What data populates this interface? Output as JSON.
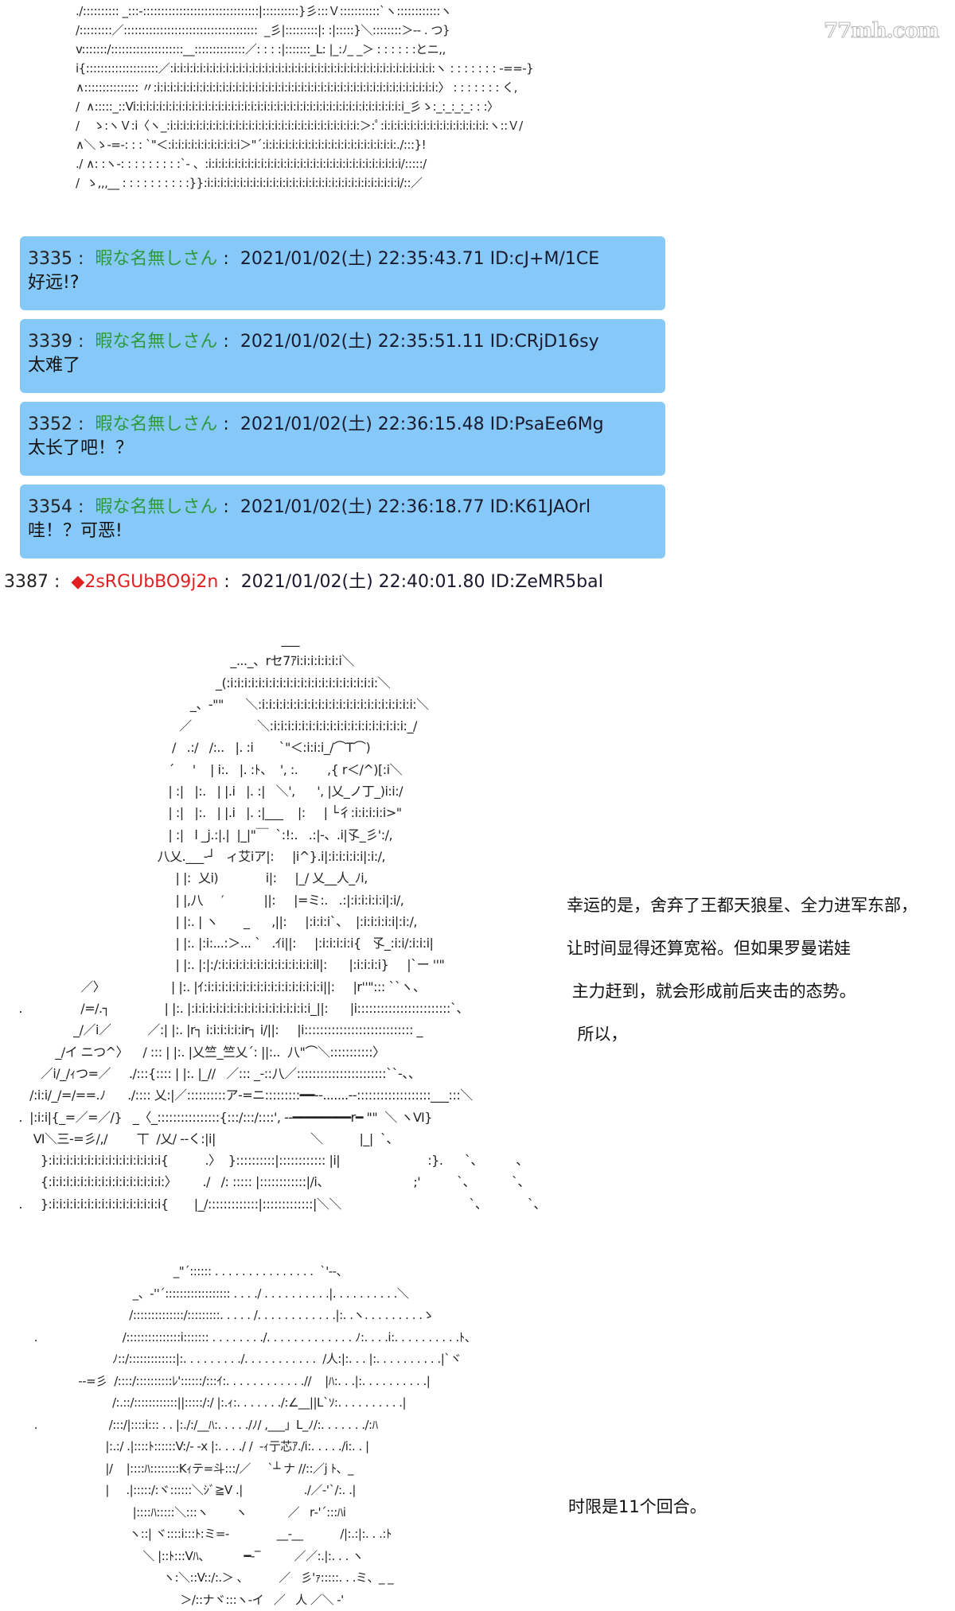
{
  "watermark": "77mh.com",
  "art_top": [
    "./:::::::::: _:::‐::::::::::::::::::::::::::::::::|::::::::::}彡:::Ｖ:::::::::::`ヽ::::::::::::ヽ",
    "/:::::::::／:::::::::::::::::::::::::::::::::::::  _彡|:::::::::|: :|:::::}＼::::::::＞‐‐ . つ}",
    "v:::::::/::::::::::::::::::::__::::::::::::::／: : : :|:::::::_L: |_:ﾉ_ _＞ : : : : : :とニ,,",
    "i{::::::::::::::::::::／:i:i:i:i:i:i:i:i:i:i:i:i:i:i:i:i:i:i:i:i:i:i:i:i:i:i:i:i:i:i:i:i:i:i:i:i:i:i:i:i:ヽ : : : : : : : ‐==‐}",
    "∧::::::::::::::: 〃:i:i:i:i:i:i:i:i:i:i:i:i:i:i:i:i:i:i:i:i:i:i:i:i:i:i:i:i:i:i:i:i:i:i:i:i:i:i:i:i:i:i:i:〉 : : : : : : : く,",
    "/  ∧:::::_::Vi:i:i:i:i:i:i:i:i:i:i:i:i:i:i:i:i:i:i:i:i:i:i:i:i:i:i:i:i:i:i:i:i:i:i:i:i:i:i:i:i:i_彡ゝ:_:_:_:_: : :〉",
    "/    ゝ:ヽＶ:i〈ヽ_:i:i:i:i:i:i:i:i:i:i:i:i:i:i:i:i:i:i:i:i:i:i:i:i:i:i:i:i:i:＞:ﾟ:i:i:i:i:i:i:i:i:i:i:i:i:i:i:i:i:ヽ::Ｖ/",
    "∧＼ゝ‐=-: : : `\"＜:i:i:i:i:i:i:i:i:i:i:i＞\"´:i:i:i:i:i:i:i:i:i:i:i:i:i:i:i:i:i:i:i:i:./:::}!",
    "./ ∧: :ヽ‐: : : : : : : : :`‐ 、:i:i:i:i:i:i:i:i:i:i:i:i:i:i:i:i:i:i:i:i:i:i:i:i:i:i:i:i:i:i/:::::/",
    "/  ゝ,,,__ : : : : : : : : : :}}:i:i:i:i:i:i:i:i:i:i:i:i:i:i:i:i:i:i:i:i:i:i:i:i:i:i:i:i:i:i/::／"
  ],
  "posts": [
    {
      "num": "3335 :",
      "name": "暇な名無しさん",
      "sep": ":",
      "date": "2021/01/02(土) 22:35:43.71 ID:cJ+M/1CE",
      "body": "好远!?"
    },
    {
      "num": "3339 :",
      "name": "暇な名無しさん",
      "sep": ":",
      "date": "2021/01/02(土) 22:35:51.11 ID:CRjD16sy",
      "body": "太难了"
    },
    {
      "num": "3352 :",
      "name": "暇な名無しさん",
      "sep": ":",
      "date": "2021/01/02(土) 22:36:15.48 ID:PsaEe6Mg",
      "body": "太长了吧！？"
    },
    {
      "num": "3354 :",
      "name": "暇な名無しさん",
      "sep": ":",
      "date": "2021/01/02(土) 22:36:18.77 ID:K61JAOrl",
      "body": "哇！？可恶!"
    }
  ],
  "main_post": {
    "num": "3387 :",
    "trip": "◆2sRGUbBO9j2n",
    "sep": ":",
    "date": "2021/01/02(土) 22:40:01.80 ID:ZeMR5baI"
  },
  "art_middle": [
    "                                                                            ___",
    "                                                              _..._、rセ7ｱi:i:i:i:i:i:i＼",
    "                                                          _(:i:i:i:i:i:i:i:i:i:i:i:i:i:i:i:i:i:i:i:i:i:＼",
    "                                                   _、-\"\"      ＼:i:i:i:i:i:i:i:i:i:i:i:i:i:i:i:i:i:i:i:i:i:i:＼",
    "                                                ／                  ＼:i:i:i:i:i:i:i:i:i:i:i:i:i:i:i:i:i:i:i:_/",
    "                                              /   .:/   /:..   |. :i       `\"＜:i:i:i_/⌒T⌒)",
    "                                             ´     '    | i:.   |. :ﾄ、  ', :.        ,{ r＜/^)[:i＼",
    "                                             | :|   |:.   | |.i   |. :|   ＼',      ', |乂_ノ丁_)i:i:/",
    "                                             | :|   |:.   | |.i   |. :|___    |:     | └彳:i:i:i:i:i>\"",
    "                                             | :|   l _j.:|.|  |_|\"￣  `:!:.   .:|-、.i|孓_彡':/,",
    "                                          八乂.___-┘   ィ艾iア|:     |i^}.i|:i:i:i:i:i|:i:/,",
    "                                               | |:  乂i)             i|:     |_/ 乂__人_ﾉi,",
    "                                               | |,八     ′           ||:     |=ミ:.   .:|:i:i:i:i:i|:i/,",
    "                                               | |:. | ヽ       _      ,||:     |:i:i:i`、  |:i:i:i:i:i|:i:/,",
    "                                               | |:. |:i:...:＞... `   .ｲi||:     |:i:i:i:i:i{   孓_:i:i/:i:i:i|",
    "                                               | |:. |:|:/:i:i:i:i:i:i:i:i:i:i:i:i:i:il|:      |:i:i:i:i}     |`ー ''\"",
    "                     ／〉                  | |:. |ｲ:i:i:i:i:i:i:i:i:i:i:i:i:i:i:i:i:i||:     |r''\"::: ``ヽ、",
    "    .                /=/.┐               | |:. |:i:i:i:i:i:i:i:i:i:i:i:i:i:i:i:i:i_||:      |i::::::::::::::::::::::::`、",
    "                   _/／i／          ／:| |:. |r┐ i:i:i:i:i:ir┐ i/||:     |i:::::::::::::::::::::::::::: _",
    "              _/イ ニつ^〉    / ::: | |:. |乂竺_竺乂´: ||:..  八\"⌒＼:::::::::::〉",
    "          ／i/_/ｨつ=／     ./:::{:::: | |:. |_//   ／::: _-::八／:::::::::::::::::::::::``‐、、",
    "       /:i:i/_/=/==.ﾉ      ./:::: 乂:|／::::::::::ア‐=ニ:::::::::━━‐‐.......‐-:::::::::::::::::::___:::＼",
    "    .  |:i:i|{_=／=／/}   _〈_::::::::::::::::{:::/:::/::::', ‐‐━━━━━━━━r━ \"\"  ＼ ヽⅥ}",
    "        Ⅵ＼三-=彡/,/        丅  /乂/ ‐-く:|i|                          ＼          |_|  `、",
    "          }:i:i:i:i:i:i:i:i:i:i:i:i:i:i:i:i{          .〉  }::::::::::|:::::::::::: |i|                        :}.      `、         、",
    "          {:i:i:i:i:i:i:i:i:i:i:i:i:i:i:i:i:〉       ./   /: ::::: |::::::::::::|/i、                       ;'          `、          `、",
    "    .     }:i:i:i:i:i:i:i:i:i:i:i:i:i:i:i:i{       |_/:::::::::::::|:::::::::::::|＼＼                                   `、           `、"
  ],
  "narration_1": [
    "幸运的是，舍弃了王都天狼星、全力进军东部，",
    "让时间显得还算宽裕。但如果罗曼诺娃",
    " 主力赶到，就会形成前后夹击的态势。",
    "  所以，"
  ],
  "art_bottom": [
    "                                            _\"´:::::: . . . . . . . . . . . . . . .  `'‐‐、",
    "                                _、‐''´:::::::::::::::::: . . . ./ . . . . . . . . . .|. . . . . . . . . .＼",
    "                               /::::::::::::::/:::::::::. . . . . /. . . . . . . . . . . .|:. .ヽ. . . . . . . . .ゝ",
    "   .                         /:::::::::::::::i::::::: . . . . . . . ./. . . . . . . . . . . . . ﾉ:. . . .i:. . . . . . . . . .ﾄ、",
    "                          ﾉ::/:::::::::::::|:. . . . . . . . ./. . . . . . . . . . .  /人:|:. . . |:. . . . . . . . . .|`ヾ",
    "                ‐‐=彡  /::::/::::::::::ﾚ'::::::/:::ｲ:. . . . . . . . . . . .//    |ﾊ:. . .|:. . . . . . . . . .|",
    "                          /:.::/::::::::::::||:::::/:/ |:.ｨ:. . . . . . ./:∠__||L`ｿ:. . . . . . . . . .|",
    "   .                     /:::/|::::i::: . . |:./:/__ﾊ:. . . . ./ﾉ/ ,___」L_ﾉ/:. . . . . . ./:ﾊ",
    "                        |:.:/ .|::::ﾄ::::::V:/‐ ‐x |:. . . ./ /  ‐ｨ亍芯ｱ./i:. . . . ./i:. . |",
    "                        |/    |::::ﾊ::::::::Kｨテ=斗:::/／     `┴ ナ //::／j ﾄ、_",
    "                        |     .|:::::/:ヾ::::::＼ｼﾞ≧V .|                  ./／‐'`/:. .|",
    "                                |::::ﾊ:::::＼:::ヽ        ヽ            ／   r‐'´:::ﾊi",
    "                               ヽ::| ヾ::::i:::ﾄ:ミ=‐              __-__           /|:.:|:. . .:ﾄ",
    "                                   ＼ |::ﾄ:::Vﾊ、          ━-‾          ／／:.|:. . . ヽ",
    "                                         ヽ:＼::V::/:.＞ 、         ／   彡'ｧ:::::. . .ミ、_ _",
    "                                              ＞/::ナヾ:::ヽ‐イ   ／   人 ／＼ ‐'"
  ],
  "narration_2": "时限是11个回合。"
}
